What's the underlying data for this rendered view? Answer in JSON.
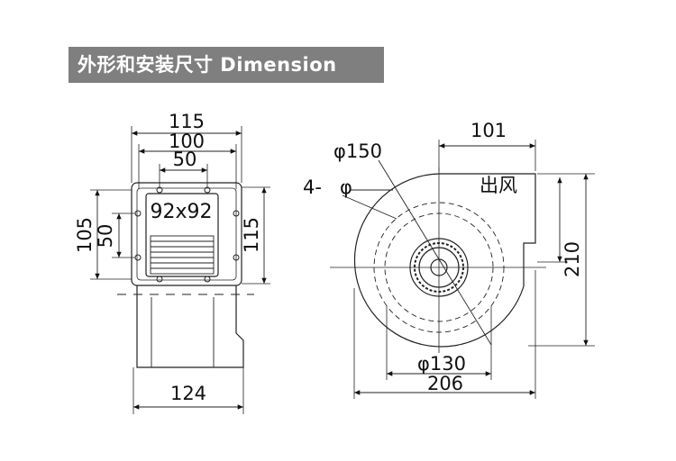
{
  "header": {
    "title": "外形和安装尺寸 Dimension"
  },
  "left_view": {
    "dim_115_top": "115",
    "dim_100": "100",
    "dim_50_top": "50",
    "dim_105": "105",
    "dim_50_side": "50",
    "dim_115_right": "115",
    "dim_124": "124",
    "inlet_size": "92x92"
  },
  "right_view": {
    "dim_101": "101",
    "dia_150": "φ150",
    "holes": "4-   φ",
    "outlet_label": "出风",
    "dim_210": "210",
    "dia_130": "φ130",
    "dim_206": "206"
  }
}
